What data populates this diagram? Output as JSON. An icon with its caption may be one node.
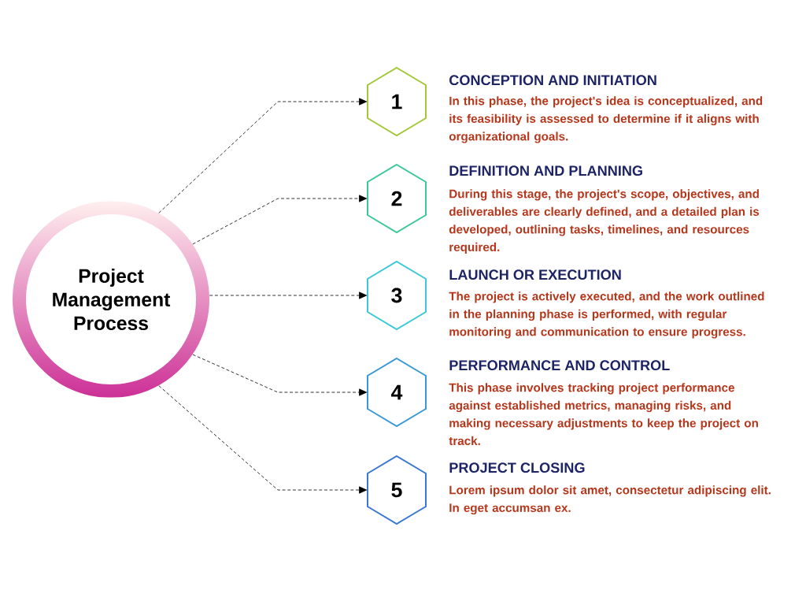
{
  "diagram": {
    "nodes": [
      {
        "text": [
          "Project Management Process"
        ]
      },
      {
        "text": [
          "1"
        ],
        "beside": [
          "CONCEPTION AND INITIATION",
          "In this phase, the project's idea is conceptualized, and its feasibility is assessed to determine if it aligns with organizational goals."
        ]
      },
      {
        "text": [
          "2"
        ],
        "beside": [
          "DEFINITION AND PLANNING",
          "During this stage, the project's scope, objectives, and deliverables are clearly defined, and a detailed plan is developed, outlining tasks, timelines, and resources required."
        ]
      },
      {
        "text": [
          "3"
        ],
        "beside": [
          "LAUNCH OR EXECUTION",
          "The project is actively executed, and the work outlined in the planning phase is performed, with regular monitoring and communication to ensure progress."
        ]
      },
      {
        "text": [
          "4"
        ],
        "beside": [
          "PERFORMANCE AND CONTROL",
          "This phase involves tracking project performance against established metrics, managing risks, and making necessary adjustments to keep the project on track."
        ]
      },
      {
        "text": [
          "5"
        ],
        "beside": [
          "PROJECT CLOSING",
          "Lorem ipsum dolor sit amet, consectetur adipiscing elit. In eget accumsan ex."
        ]
      }
    ],
    "edges": [
      {
        "from": 0,
        "to": 1,
        "arrow": "to",
        "style": "dashed"
      },
      {
        "from": 0,
        "to": 2,
        "arrow": "to",
        "style": "dashed"
      },
      {
        "from": 0,
        "to": 3,
        "arrow": "to",
        "style": "dashed"
      },
      {
        "from": 0,
        "to": 4,
        "arrow": "to",
        "style": "dashed"
      },
      {
        "from": 0,
        "to": 5,
        "arrow": "to",
        "style": "dashed"
      }
    ]
  }
}
